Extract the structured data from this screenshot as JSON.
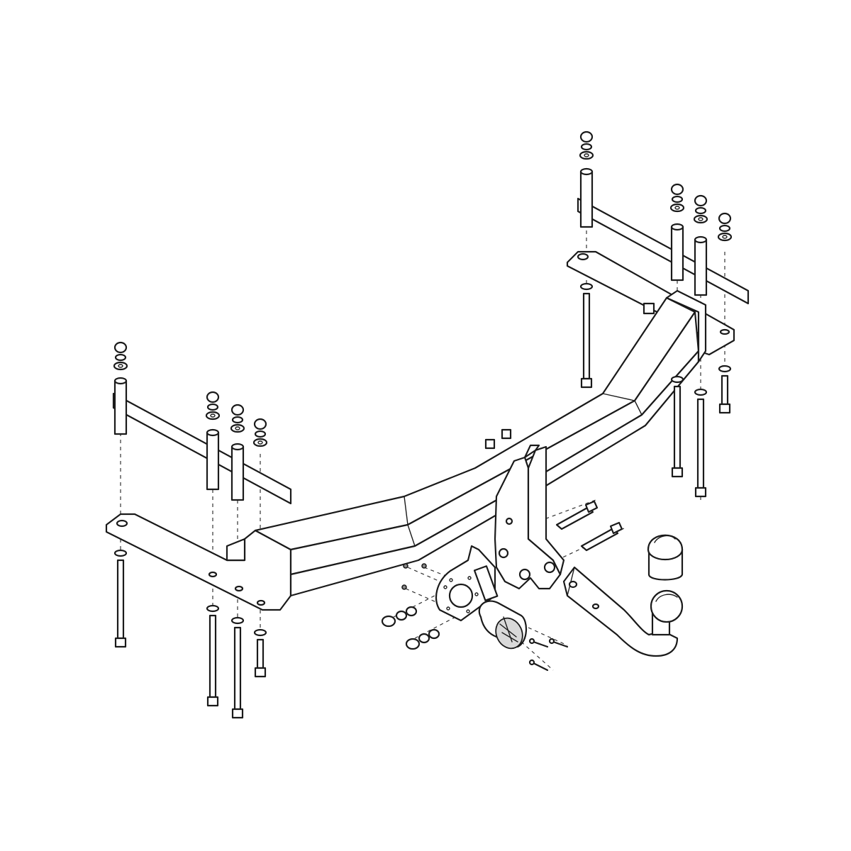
{
  "diagram": {
    "components": [
      {
        "id": "crossbar",
        "icon": "tow-bar-crossmember"
      },
      {
        "id": "left-mounting-plate",
        "icon": "mounting-bracket"
      },
      {
        "id": "right-mounting-plate",
        "icon": "mounting-bracket"
      },
      {
        "id": "left-strap",
        "icon": "flat-strap"
      },
      {
        "id": "right-strap",
        "icon": "flat-strap"
      },
      {
        "id": "hitch-bracket",
        "icon": "hitch-plate"
      },
      {
        "id": "ball-arm",
        "icon": "tow-ball-neck"
      },
      {
        "id": "ball-cap",
        "icon": "protective-cap"
      },
      {
        "id": "socket-plate",
        "icon": "socket-holder"
      },
      {
        "id": "electrical-socket",
        "icon": "trailer-socket"
      }
    ],
    "colors": {
      "line": "#1a1a1a",
      "fill": "#ffffff",
      "shade": "#d9d9d9"
    }
  }
}
